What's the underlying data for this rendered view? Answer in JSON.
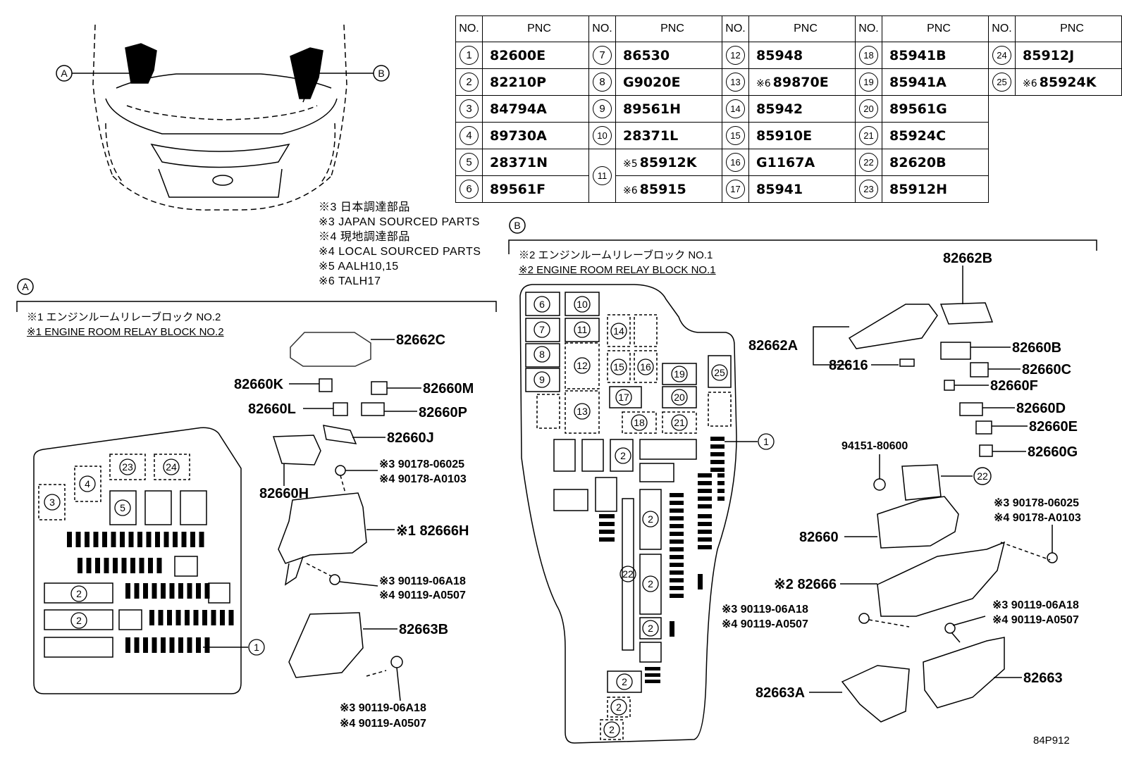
{
  "table": {
    "header_no": "NO.",
    "header_pnc": "PNC",
    "columns": [
      {
        "rows": [
          {
            "no": "1",
            "mark": "",
            "pnc": "82600E"
          },
          {
            "no": "2",
            "mark": "",
            "pnc": "82210P"
          },
          {
            "no": "3",
            "mark": "",
            "pnc": "84794A"
          },
          {
            "no": "4",
            "mark": "",
            "pnc": "89730A"
          },
          {
            "no": "5",
            "mark": "",
            "pnc": "28371N"
          },
          {
            "no": "6",
            "mark": "",
            "pnc": "89561F"
          }
        ]
      },
      {
        "rows": [
          {
            "no": "7",
            "mark": "",
            "pnc": "86530"
          },
          {
            "no": "8",
            "mark": "",
            "pnc": "G9020E"
          },
          {
            "no": "9",
            "mark": "",
            "pnc": "89561H"
          },
          {
            "no": "10",
            "mark": "",
            "pnc": "28371L"
          },
          {
            "no": "11",
            "mark": "※5",
            "pnc": "85912K"
          },
          {
            "no": "",
            "mark": "※6",
            "pnc": "85915"
          }
        ]
      },
      {
        "rows": [
          {
            "no": "12",
            "mark": "",
            "pnc": "85948"
          },
          {
            "no": "13",
            "mark": "※6",
            "pnc": "89870E"
          },
          {
            "no": "14",
            "mark": "",
            "pnc": "85942"
          },
          {
            "no": "15",
            "mark": "",
            "pnc": "85910E"
          },
          {
            "no": "16",
            "mark": "",
            "pnc": "G1167A"
          },
          {
            "no": "17",
            "mark": "",
            "pnc": "85941"
          }
        ]
      },
      {
        "rows": [
          {
            "no": "18",
            "mark": "",
            "pnc": "85941B"
          },
          {
            "no": "19",
            "mark": "",
            "pnc": "85941A"
          },
          {
            "no": "20",
            "mark": "",
            "pnc": "89561G"
          },
          {
            "no": "21",
            "mark": "",
            "pnc": "85924C"
          },
          {
            "no": "22",
            "mark": "",
            "pnc": "82620B"
          },
          {
            "no": "23",
            "mark": "",
            "pnc": "85912H"
          }
        ]
      },
      {
        "rows": [
          {
            "no": "24",
            "mark": "",
            "pnc": "85912J"
          },
          {
            "no": "25",
            "mark": "※6",
            "pnc": "85924K"
          }
        ]
      }
    ]
  },
  "notes": [
    "※3 日本調達部品",
    "※3 JAPAN SOURCED PARTS",
    "※4 現地調達部品",
    "※4 LOCAL SOURCED PARTS",
    "※5 AALH10,15",
    "※6 TALH17"
  ],
  "overview": {
    "label_a": "A",
    "label_b": "B"
  },
  "section_a": {
    "tag": "A",
    "title_jp": "※1 エンジンルームリレーブロック NO.2",
    "title_en": "※1 ENGINE ROOM RELAY BLOCK NO.2",
    "block_labels": [
      "23",
      "24",
      "4",
      "3",
      "5",
      "2",
      "2",
      "1"
    ],
    "parts": {
      "p82662C": "82662C",
      "p82660K": "82660K",
      "p82660M": "82660M",
      "p82660L": "82660L",
      "p82660P": "82660P",
      "p82660J": "82660J",
      "p82660H": "82660H",
      "nut_line1": "※3 90178-06025",
      "nut_line2": "※4 90178-A0103",
      "p82666H": "※1 82666H",
      "bolt1_line1": "※3 90119-06A18",
      "bolt1_line2": "※4 90119-A0507",
      "p82663B": "82663B",
      "bolt2_line1": "※3 90119-06A18",
      "bolt2_line2": "※4 90119-A0507"
    }
  },
  "section_b": {
    "tag": "B",
    "title_jp": "※2 エンジンルームリレーブロック NO.1",
    "title_en": "※2 ENGINE ROOM RELAY BLOCK NO.1",
    "block_labels": [
      "6",
      "10",
      "7",
      "11",
      "8",
      "12",
      "9",
      "13",
      "14",
      "15",
      "16",
      "19",
      "25",
      "17",
      "20",
      "18",
      "21",
      "2",
      "2",
      "2",
      "2",
      "22",
      "2",
      "2",
      "2",
      "1"
    ],
    "parts": {
      "p82662B": "82662B",
      "p82662A": "82662A",
      "p82616": "82616",
      "p82660B": "82660B",
      "p82660C": "82660C",
      "p82660F": "82660F",
      "p82660D": "82660D",
      "p82660E": "82660E",
      "p94151": "94151-80600",
      "p82660G": "82660G",
      "circ22": "22",
      "nut_line1": "※3 90178-06025",
      "nut_line2": "※4 90178-A0103",
      "p82660": "82660",
      "p82666": "※2 82666",
      "boltL_line1": "※3 90119-06A18",
      "boltL_line2": "※4 90119-A0507",
      "boltR_line1": "※3 90119-06A18",
      "boltR_line2": "※4 90119-A0507",
      "p82663A": "82663A",
      "p82663": "82663"
    }
  },
  "figure_id": "84P912"
}
